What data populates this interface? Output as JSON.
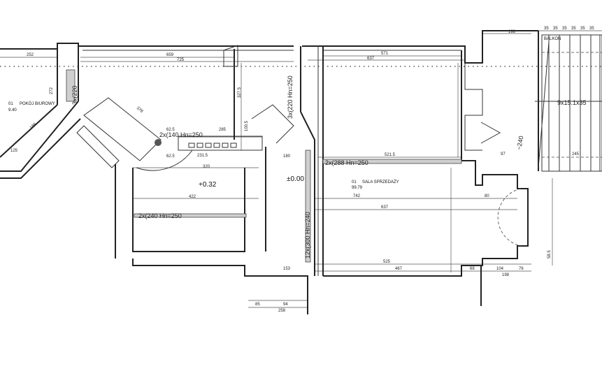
{
  "rooms": [
    {
      "number": "01",
      "name": "POKÓJ BIUROWY",
      "area": "9.40"
    },
    {
      "number": "01",
      "name": "SALA SPRZEDAŻY",
      "area": "99.79"
    }
  ],
  "levels": {
    "raised": "+0.32",
    "ground": "±0.00"
  },
  "doors": {
    "d1": "2x(240 Hn=250",
    "d2": "2x(288 Hn=250",
    "d3": "12x(300 Hn=240",
    "d4": "3x(220 Hn=250",
    "d5": "2x(140 Hn=250",
    "d6": "3x(220"
  },
  "balcony": "BALKON",
  "stairs": "9x15.1x35",
  "stairs_width": "~240",
  "dims": [
    "252",
    "659",
    "725",
    "571",
    "637",
    "521.5",
    "742",
    "637",
    "525",
    "467",
    "422",
    "320",
    "285",
    "231.5",
    "180",
    "62.5",
    "62.5",
    "198",
    "198",
    "245",
    "85",
    "94",
    "258",
    "153",
    "68",
    "104",
    "76",
    "80",
    "97",
    "327.5",
    "100.5",
    "272",
    "186",
    "125",
    "378",
    "58.5",
    "35",
    "35",
    "35",
    "35",
    "35",
    "35"
  ]
}
